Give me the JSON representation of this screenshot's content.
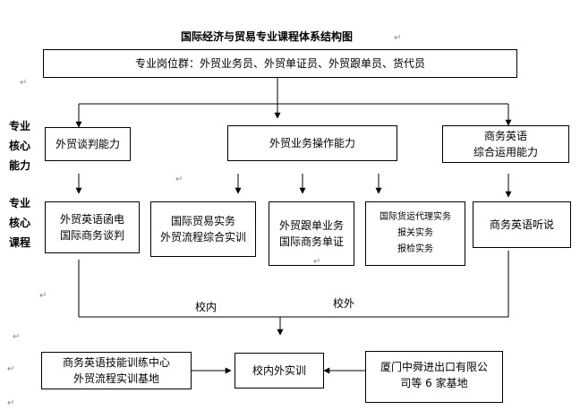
{
  "title": "国际经济与贸易专业课程体系结构图",
  "positions": "专业岗位群：外贸业务员、外贸单证员、外贸跟单员、货代员",
  "side_labels": {
    "ability": [
      "专业",
      "核心",
      "能力"
    ],
    "courses": [
      "专业",
      "核心",
      "课程"
    ]
  },
  "abilities": {
    "negotiation": [
      "外贸谈判能力"
    ],
    "operation": [
      "外贸业务操作能力"
    ],
    "english": [
      "商务英语",
      "综合运用能力"
    ]
  },
  "courses": {
    "c1": [
      "外贸英语函电",
      "国际商务谈判"
    ],
    "c2": [
      "国际贸易实务",
      "外贸流程综合实训"
    ],
    "c3": [
      "外贸跟单业务",
      "国际商务单证"
    ],
    "c4": [
      "国际货运代理实务",
      "报关实务",
      "报检实务"
    ],
    "c5": [
      "商务英语听说"
    ]
  },
  "labels": {
    "inside": "校内",
    "outside": "校外"
  },
  "bases": {
    "left": [
      "商务英语技能训练中心",
      "外贸流程实训基地"
    ],
    "center": [
      "校内外实训"
    ],
    "right": [
      "厦门中舜进出口有限公",
      "司等 6 家基地"
    ]
  }
}
